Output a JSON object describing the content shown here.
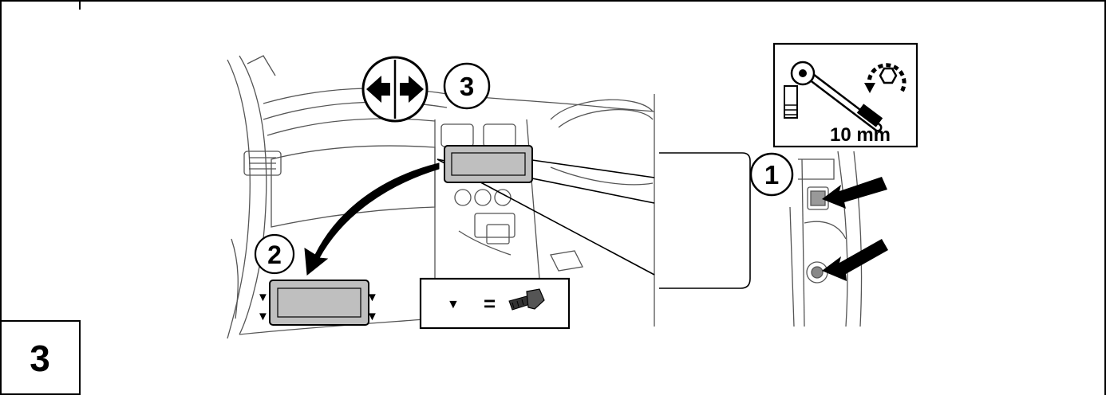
{
  "page": {
    "step_number": "3"
  },
  "callouts": {
    "c1": "1",
    "c2": "2",
    "c3": "3"
  },
  "tool": {
    "size_label": "10 mm",
    "icon": "ratchet-wrench-icon"
  },
  "legend": {
    "symbol": "▼",
    "equals": "=",
    "icon": "bolt-icon"
  },
  "colors": {
    "line": "#000000",
    "panel_fill": "#bfbfbf",
    "sketch": "#555555"
  }
}
